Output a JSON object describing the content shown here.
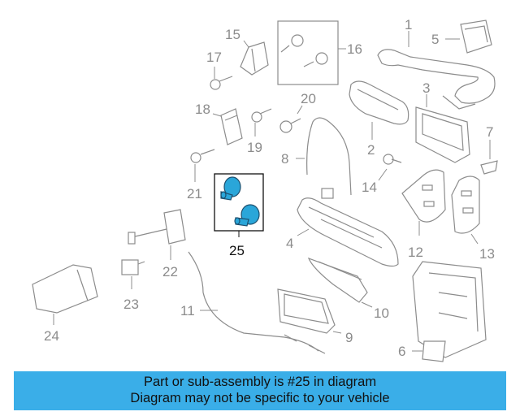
{
  "callouts": [
    "1",
    "2",
    "3",
    "4",
    "5",
    "6",
    "7",
    "8",
    "9",
    "10",
    "11",
    "12",
    "13",
    "14",
    "15",
    "16",
    "17",
    "18",
    "19",
    "20",
    "21",
    "22",
    "23",
    "24",
    "25"
  ],
  "highlighted_part": "25",
  "highlight_color": "#3aaee8",
  "banner": {
    "line1": "Part or sub-assembly is #25 in diagram",
    "line2": "Diagram may not be specific to your vehicle"
  }
}
